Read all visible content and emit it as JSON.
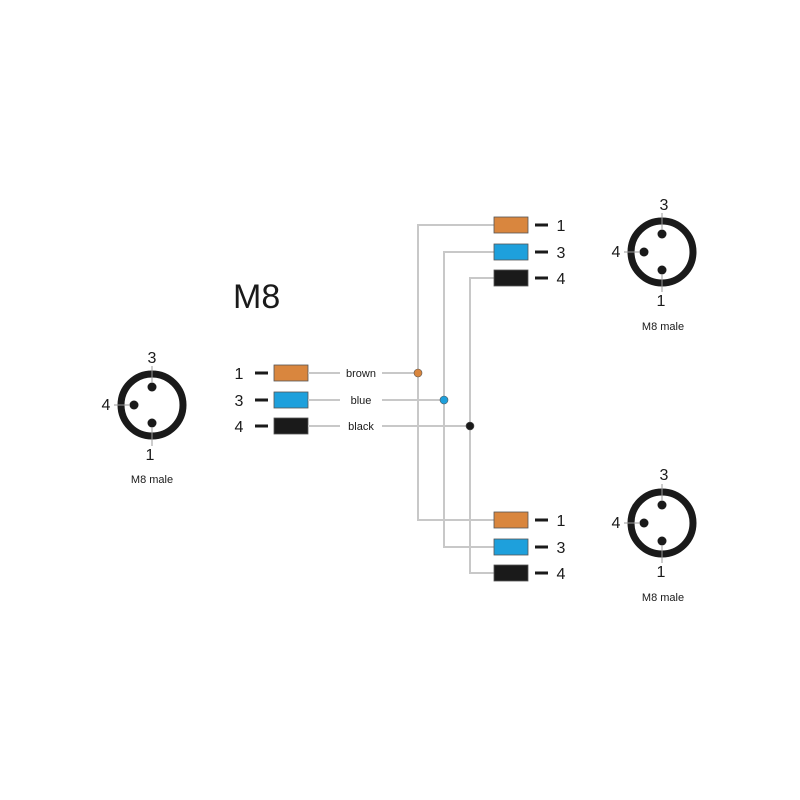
{
  "title": "M8",
  "colors": {
    "brown": "#d9863e",
    "blue": "#1ea0dc",
    "black": "#1a1a1a",
    "wire": "#c8c8c8",
    "ring": "#1a1a1a"
  },
  "connectors": [
    {
      "id": "main",
      "label": "M8 male",
      "pins": {
        "top": "3",
        "left": "4",
        "bottom": "1"
      }
    },
    {
      "id": "branch-top",
      "label": "M8 male",
      "pins": {
        "top": "3",
        "left": "4",
        "bottom": "1"
      }
    },
    {
      "id": "branch-bottom",
      "label": "M8 male",
      "pins": {
        "top": "3",
        "left": "4",
        "bottom": "1"
      }
    }
  ],
  "main_wires": [
    {
      "pin": "1",
      "color_name": "brown",
      "color": "#d9863e"
    },
    {
      "pin": "3",
      "color_name": "blue",
      "color": "#1ea0dc"
    },
    {
      "pin": "4",
      "color_name": "black",
      "color": "#1a1a1a"
    }
  ],
  "branch_top_wires": [
    {
      "pin": "1",
      "color": "#d9863e"
    },
    {
      "pin": "3",
      "color": "#1ea0dc"
    },
    {
      "pin": "4",
      "color": "#1a1a1a"
    }
  ],
  "branch_bottom_wires": [
    {
      "pin": "1",
      "color": "#d9863e"
    },
    {
      "pin": "3",
      "color": "#1ea0dc"
    },
    {
      "pin": "4",
      "color": "#1a1a1a"
    }
  ]
}
